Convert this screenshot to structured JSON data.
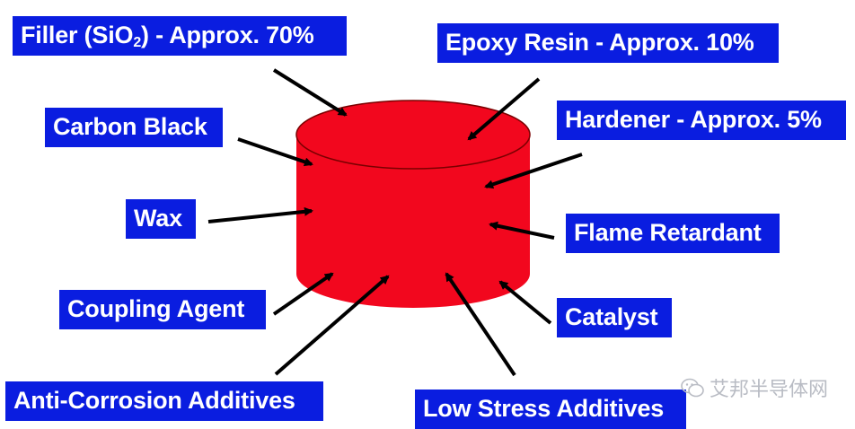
{
  "labels": {
    "filler_prefix": "Filler (SiO",
    "filler_sub": "2",
    "filler_suffix": ") -  Approx. 70%",
    "epoxy_resin": "Epoxy Resin - Approx. 10%",
    "hardener": "Hardener - Approx. 5%",
    "carbon_black": "Carbon Black",
    "wax": "Wax",
    "flame_retardant": "Flame Retardant",
    "coupling_agent": "Coupling Agent",
    "catalyst": "Catalyst",
    "anti_corrosion": "Anti-Corrosion Additives",
    "low_stress": "Low Stress Additives"
  },
  "watermark": "艾邦半导体网",
  "colors": {
    "label_bg": "#0a1de0",
    "label_text": "#ffffff",
    "cylinder_fill": "#f2071e",
    "arrow": "#000000"
  }
}
